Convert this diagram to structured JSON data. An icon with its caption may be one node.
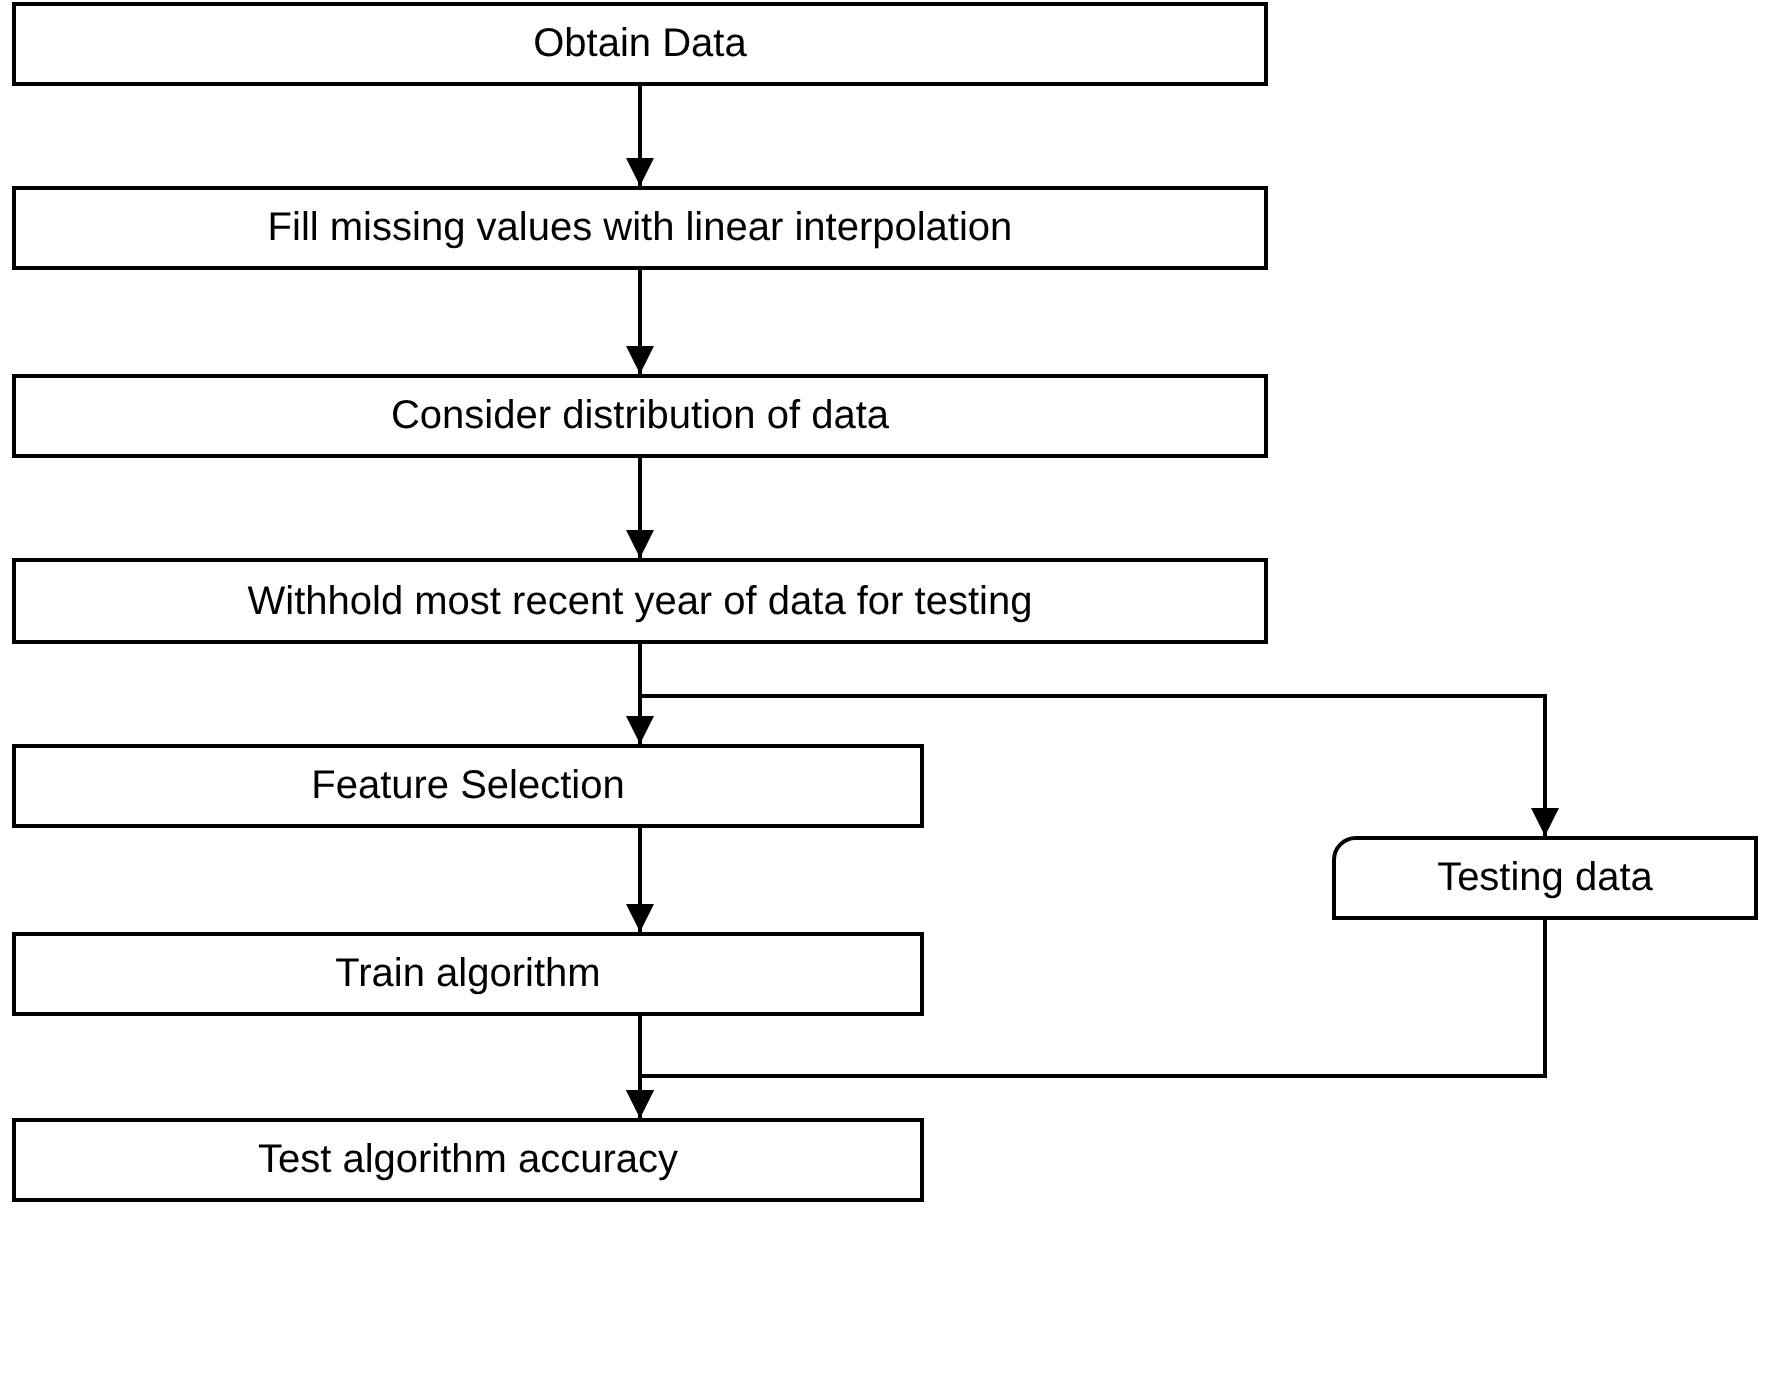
{
  "diagram": {
    "nodes": [
      {
        "text": [
          "Obtain Data"
        ]
      },
      {
        "text": [
          "Fill missing values with linear interpolation"
        ]
      },
      {
        "text": [
          "Consider distribution of data"
        ]
      },
      {
        "text": [
          "Withhold most recent year of data for testing"
        ]
      },
      {
        "text": [
          "Feature Selection"
        ]
      },
      {
        "text": [
          "Train algorithm"
        ]
      },
      {
        "text": [
          "Testing data"
        ]
      },
      {
        "text": [
          "Test algorithm accuracy"
        ]
      }
    ],
    "edges": [
      {
        "from": 0,
        "to": 1,
        "arrow": "to"
      },
      {
        "from": 1,
        "to": 2,
        "arrow": "to"
      },
      {
        "from": 2,
        "to": 3,
        "arrow": "to"
      },
      {
        "from": 3,
        "to": 4,
        "arrow": "to"
      },
      {
        "from": 3,
        "to": 6,
        "arrow": "to"
      },
      {
        "from": 4,
        "to": 5,
        "arrow": "to"
      },
      {
        "from": 5,
        "to": 7,
        "arrow": "to"
      },
      {
        "from": 6,
        "to": 7,
        "arrow": "to"
      }
    ]
  }
}
